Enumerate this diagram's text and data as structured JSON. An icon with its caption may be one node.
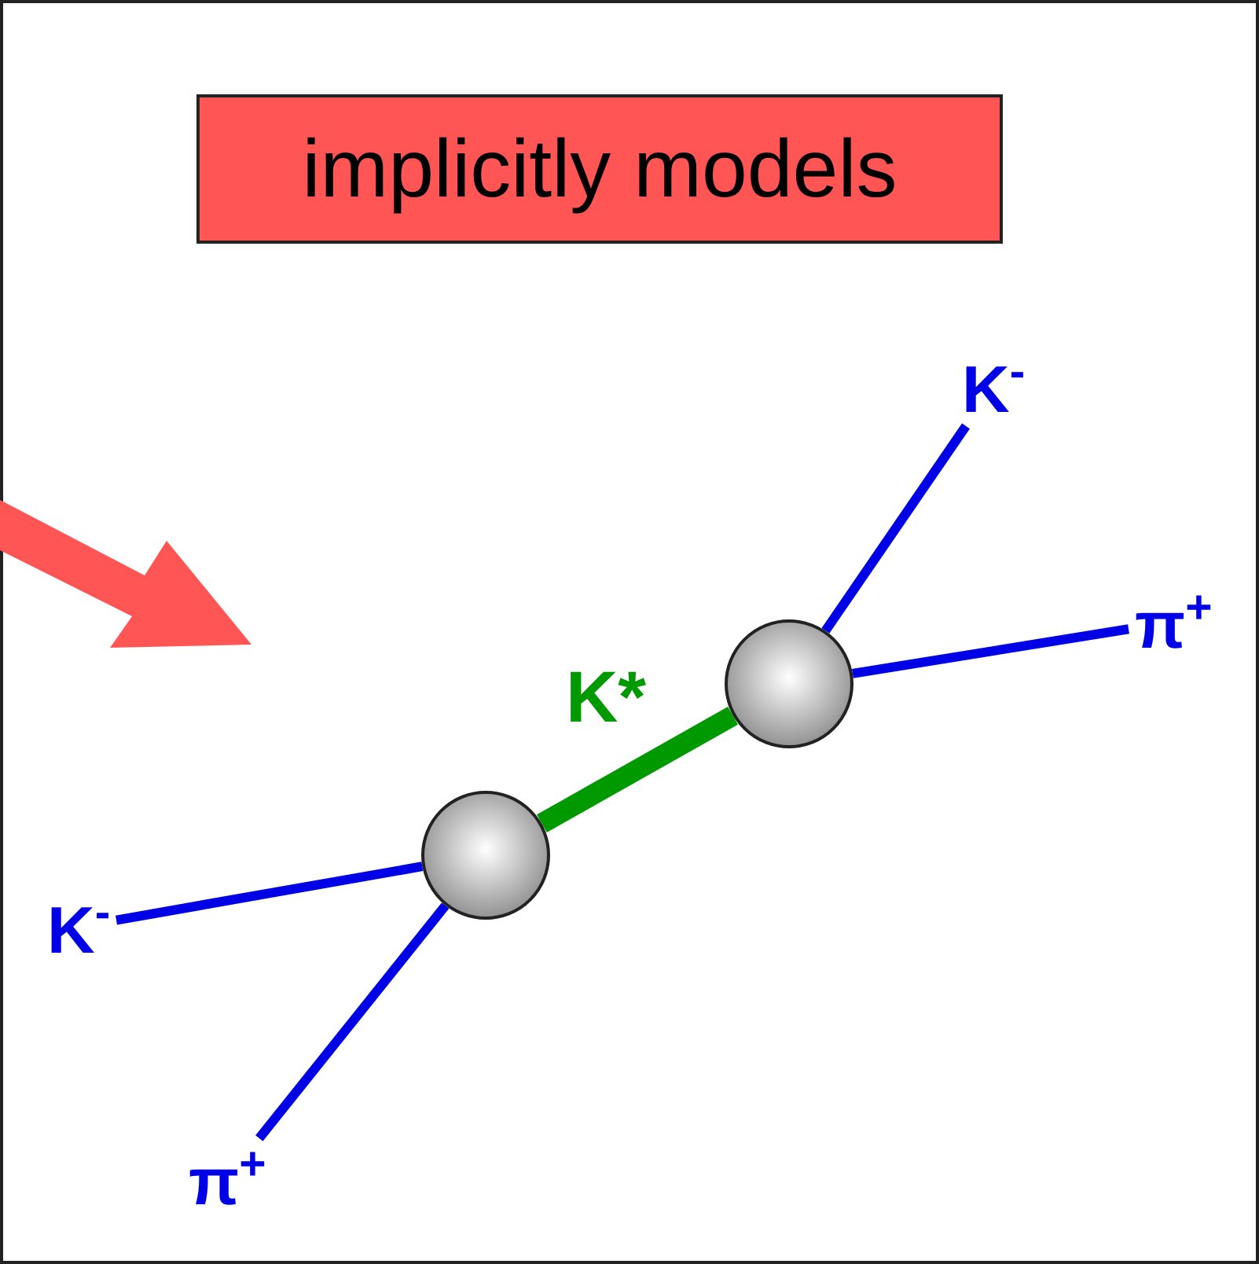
{
  "diagram": {
    "nodes": [
      {
        "text": [
          "implicitly models"
        ]
      },
      {
        "text": [],
        "shape": "circle"
      },
      {
        "text": [],
        "shape": "circle"
      },
      {
        "text": [
          "K$^{-}$"
        ]
      },
      {
        "text": [
          "π$^{+}$"
        ]
      },
      {
        "text": [
          "K$^{-}$"
        ]
      },
      {
        "text": [
          "π$^{+}$"
        ]
      }
    ],
    "edges": [
      {
        "from": 1,
        "to": 2,
        "arrow": "none",
        "label": "K*",
        "style": "thick",
        "color": "#009a00"
      },
      {
        "from": 2,
        "to": 3,
        "arrow": "none"
      },
      {
        "from": 2,
        "to": 4,
        "arrow": "none"
      },
      {
        "from": 1,
        "to": 5,
        "arrow": "none"
      },
      {
        "from": 1,
        "to": 6,
        "arrow": "none"
      }
    ]
  }
}
